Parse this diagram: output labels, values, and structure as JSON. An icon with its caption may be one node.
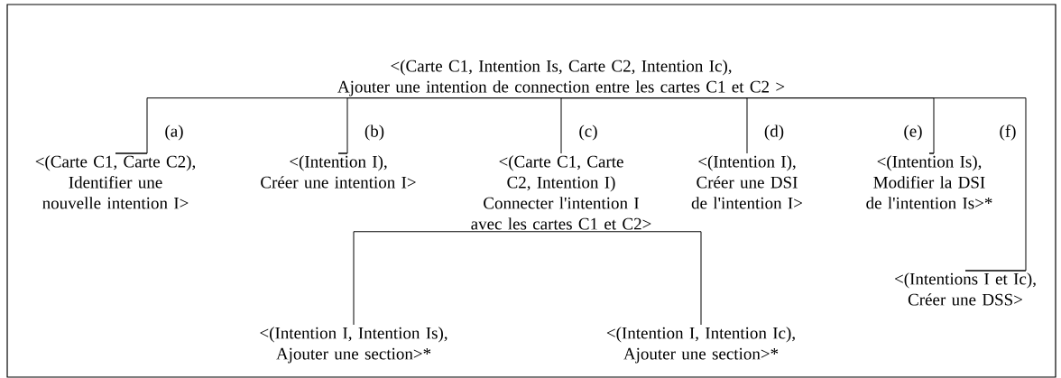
{
  "diagram": {
    "nodes": [
      {
        "text": [
          "<(Carte C1, Intention Is, Carte C2, Intention Ic),",
          "Ajouter une intention de connection entre les cartes C1 et C2 >"
        ]
      },
      {
        "text": [
          "<(Carte C1, Carte C2),",
          "Identifier une nouvelle intention I>"
        ]
      },
      {
        "text": [
          "<(Intention I),",
          "Créer une intention I>"
        ]
      },
      {
        "text": [
          "<(Carte C1, Carte C2, Intention I)",
          "Connecter l'intention I avec les cartes C1 et C2>"
        ]
      },
      {
        "text": [
          "<(Intention I),",
          "Créer une DSI de l'intention I>"
        ]
      },
      {
        "text": [
          "<(Intention Is),",
          "Modifier la DSI de l'intention Is>*"
        ]
      },
      {
        "text": [
          "<(Intentions I et Ic),",
          "Créer une DSS>"
        ]
      },
      {
        "text": [
          "<(Intention I, Intention Is),",
          "Ajouter une section>*"
        ]
      },
      {
        "text": [
          "<(Intention I, Intention Ic),",
          "Ajouter une section>*"
        ]
      }
    ],
    "edges": [
      {
        "from": 0,
        "to": 1,
        "arrow": "none",
        "label": "(a)"
      },
      {
        "from": 0,
        "to": 2,
        "arrow": "none",
        "label": "(b)"
      },
      {
        "from": 0,
        "to": 3,
        "arrow": "none",
        "label": "(c)"
      },
      {
        "from": 0,
        "to": 4,
        "arrow": "none",
        "label": "(d)"
      },
      {
        "from": 0,
        "to": 5,
        "arrow": "none",
        "label": "(e)"
      },
      {
        "from": 0,
        "to": 6,
        "arrow": "none",
        "label": "(f)"
      },
      {
        "from": 3,
        "to": 7,
        "arrow": "none"
      },
      {
        "from": 3,
        "to": 8,
        "arrow": "none"
      }
    ]
  }
}
